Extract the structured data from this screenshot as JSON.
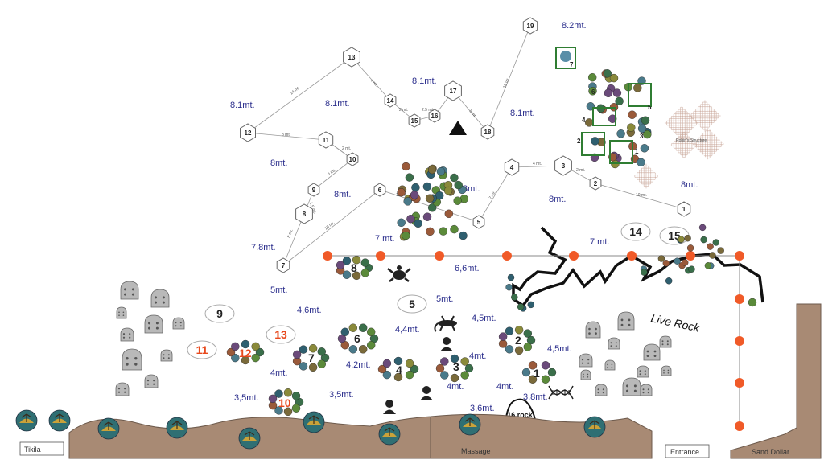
{
  "hex_markers": [
    {
      "n": "19"
    },
    {
      "n": "13"
    },
    {
      "n": "17"
    },
    {
      "n": "14"
    },
    {
      "n": "15"
    },
    {
      "n": "16"
    },
    {
      "n": "18"
    },
    {
      "n": "12"
    },
    {
      "n": "11"
    },
    {
      "n": "10"
    },
    {
      "n": "9"
    },
    {
      "n": "8"
    },
    {
      "n": "7"
    },
    {
      "n": "6"
    },
    {
      "n": "5"
    },
    {
      "n": "4"
    },
    {
      "n": "3"
    },
    {
      "n": "2"
    },
    {
      "n": "1"
    }
  ],
  "depths": [
    "8.2mt.",
    "8.1mt.",
    "8.1mt.",
    "8.1mt.",
    "8.1mt.",
    "8mt.",
    "8mt.",
    "8mt.",
    "8mt.",
    "8mt.",
    "7.8mt.",
    "7 mt.",
    "7 mt.",
    "6,6mt.",
    "5mt.",
    "5mt.",
    "4,6mt.",
    "4,4mt.",
    "4,5mt.",
    "4,5mt.",
    "4mt.",
    "4mt.",
    "4,2mt.",
    "4mt.",
    "4mt.",
    "3,8mt.",
    "3,6mt.",
    "3,5mt.",
    "3,5mt."
  ],
  "segment_labels": [
    "14 mt.",
    "8 mt.",
    "2 mt.",
    "2.5 mt.",
    "4 mt.",
    "12 mt.",
    "8 mt.",
    "2 mt.",
    "6 mt.",
    "1,5 mt.",
    "8 mt.",
    "15 mt.",
    "12 mt.",
    "7 mt.",
    "4 mt.",
    "2 mt.",
    "10 mt."
  ],
  "oval_markers": {
    "m14": "14",
    "m15": "15",
    "m9": "9",
    "m5": "5",
    "m11": "11",
    "m13": "13"
  },
  "group_numbers": {
    "g8": "8",
    "g6": "6",
    "g7": "7",
    "g12": "12",
    "g4": "4",
    "g3": "3",
    "g2": "2",
    "g1": "1",
    "g10": "10",
    "box7": "7"
  },
  "box_numbers": [
    "6",
    "5",
    "4",
    "3",
    "2",
    "1"
  ],
  "structure_label": "Robin's Structure",
  "live_rock": "Live Rock",
  "rock_label": "16 rock",
  "shore_labels": {
    "left": "Tikila",
    "middle": "Massage",
    "entrance": "Entrance",
    "right": "Sand Dollar"
  },
  "colors": {
    "rope_dot": "#f05a28",
    "depth_text": "#2b2e8c",
    "red_number": "#e8491d",
    "shore": "#a88a74"
  }
}
